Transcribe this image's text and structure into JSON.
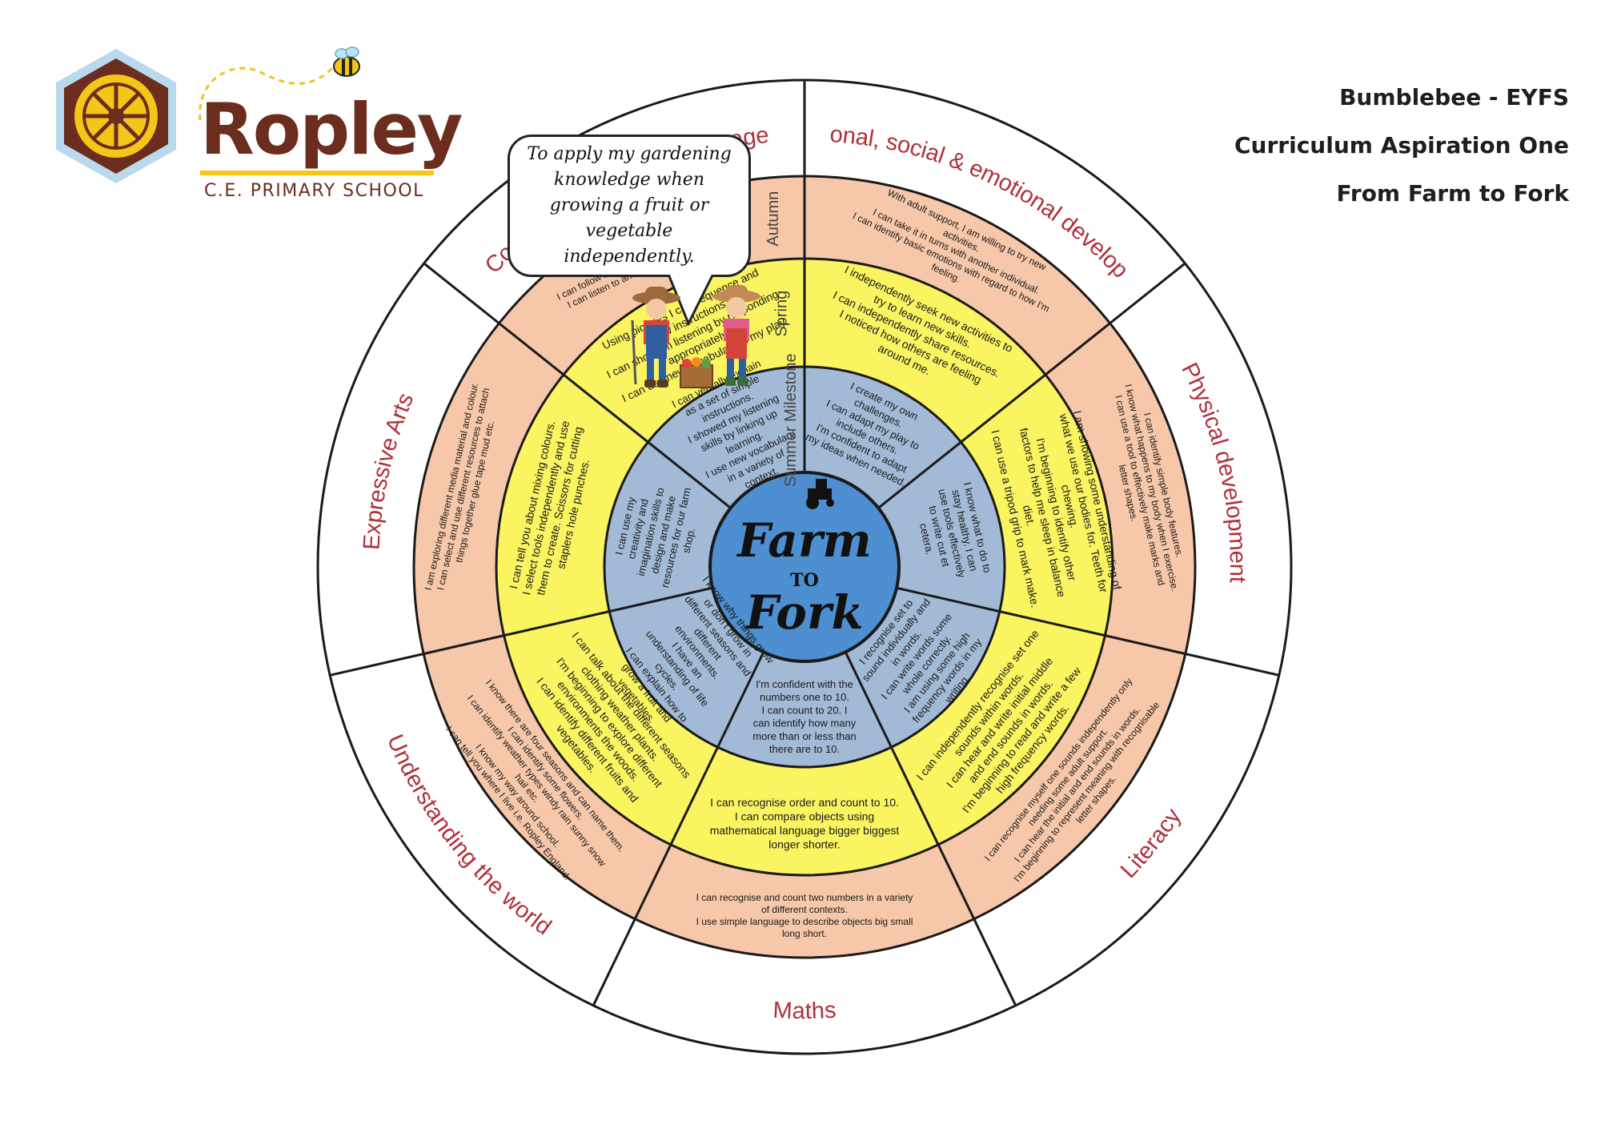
{
  "school": {
    "name": "Ropley",
    "subtitle": "C.E. PRIMARY SCHOOL"
  },
  "header": {
    "line1": "Bumblebee - EYFS",
    "line2": "Curriculum Aspiration One",
    "line3": "From Farm to Fork"
  },
  "speech_bubble": "To apply my gardening knowledge when growing a fruit or vegetable independently.",
  "center": {
    "line1": "Farm",
    "line2": "TO",
    "line3": "Fork"
  },
  "rings": {
    "autumn": "Autumn",
    "spring": "Spring",
    "summer": "Summer Milestone"
  },
  "colors": {
    "autumn_ring": "#f6c7a8",
    "spring_ring": "#faf461",
    "summer_ring": "#a3bad6",
    "hub": "#4d8fd0",
    "label_red": "#b0303a"
  },
  "sectors": [
    {
      "name": "Personal, social & emotional development",
      "autumn": [
        "With adult support, I am willing to try new activities.",
        "I can take it in turns with another individual.",
        "I can identify basic emotions with regard to how I'm feeling."
      ],
      "spring": [
        "I independently seek new activities to try to learn new skills.",
        "I can independently share resources.",
        "I noticed how others are feeling around me."
      ],
      "summer": [
        "I create my own challenges.",
        "I can adapt my play to include others.",
        "I'm confident to adapt my ideas when needed."
      ]
    },
    {
      "name": "Physical development",
      "autumn": [
        "I can identify simple body features.",
        "I know what happens to my body when I exercise.",
        "I can use a tool to effectively make marks and letter shapes."
      ],
      "spring": [
        "I am showing some understanding of what we use our bodies for. Teeth for chewing.",
        "I'm beginning to identify other factors to help me sleep in balance diet.",
        "I can use a tripod grip to mark make."
      ],
      "summer": [
        "I know what to do to stay healthy. I can use tools effectively to write cut et cetera."
      ]
    },
    {
      "name": "Literacy",
      "autumn": [
        "I can recognise myself one sounds independently only needing some adult support.",
        "I can hear the initial and end sounds in words.",
        "I'm beginning to represent meaning with recognisable letter shapes."
      ],
      "spring": [
        "I can independently recognise set one sounds within words.",
        "I can hear and write initial middle and end sounds in words.",
        "I'm beginning to read and write a few high frequency words."
      ],
      "summer": [
        "I recognise set to sound individually and in words.",
        "I can write words some whole correctly.",
        "I am using some high frequency words in my writing."
      ]
    },
    {
      "name": "Maths",
      "autumn": [
        "I can recognise and count two numbers in a variety of different contexts.",
        "I use simple language to describe objects big small long short."
      ],
      "spring": [
        "I can recognise order and count to 10. I can compare objects using mathematical language bigger biggest longer shorter."
      ],
      "summer": [
        "I'm confident with the numbers one to 10.",
        "I can count to 20. I can identify how many more than or less than there are to 10."
      ]
    },
    {
      "name": "Understanding the world",
      "autumn": [
        "I know there are four seasons and can name them.",
        "I can identify some flowers.",
        "I can identify weather types windy rain sunny snow hail etc.",
        "I know my way around school.",
        "I can tell you where I live i.e. Ropley England."
      ],
      "spring": [
        "I can talk about the different seasons clothing weather plants.",
        "I'm beginning to explore different environments the woods.",
        "I can identify different fruits and vegetables."
      ],
      "summer": [
        "I know why things grow or don't grow in different seasons and different environments.",
        "I have an understanding of life cycles.",
        "I can explain how to grow a fruit and vegetables."
      ]
    },
    {
      "name": "Expressive Arts",
      "autumn": [
        "I am exploring different media material and colour.",
        "I can select and use different resources to attach things together glue tape mud etc."
      ],
      "spring": [
        "I can tell you about mixing colours.",
        "I select tools independently and use them to create. Scissors for cutting staplers hole punches."
      ],
      "summer": [
        "I can use my creativity and imagination skills to design and make resources for our farm shop."
      ]
    },
    {
      "name": "Communication and Language",
      "autumn": [
        "I can listen to another individual.",
        "I can follow simple two or three steps instructions.",
        "I can listen to and repeat back new vocabulary."
      ],
      "spring": [
        "Using pictures I can sequence and follow instructions.",
        "I can show I'm listening by responding appropriately.",
        "I can use new vocabulary in my play."
      ],
      "summer": [
        "I can verbally explain as a set of simple instructions.",
        "I showed my listening skills by linking up learning.",
        "I use new vocabulary in a variety of context."
      ]
    }
  ]
}
